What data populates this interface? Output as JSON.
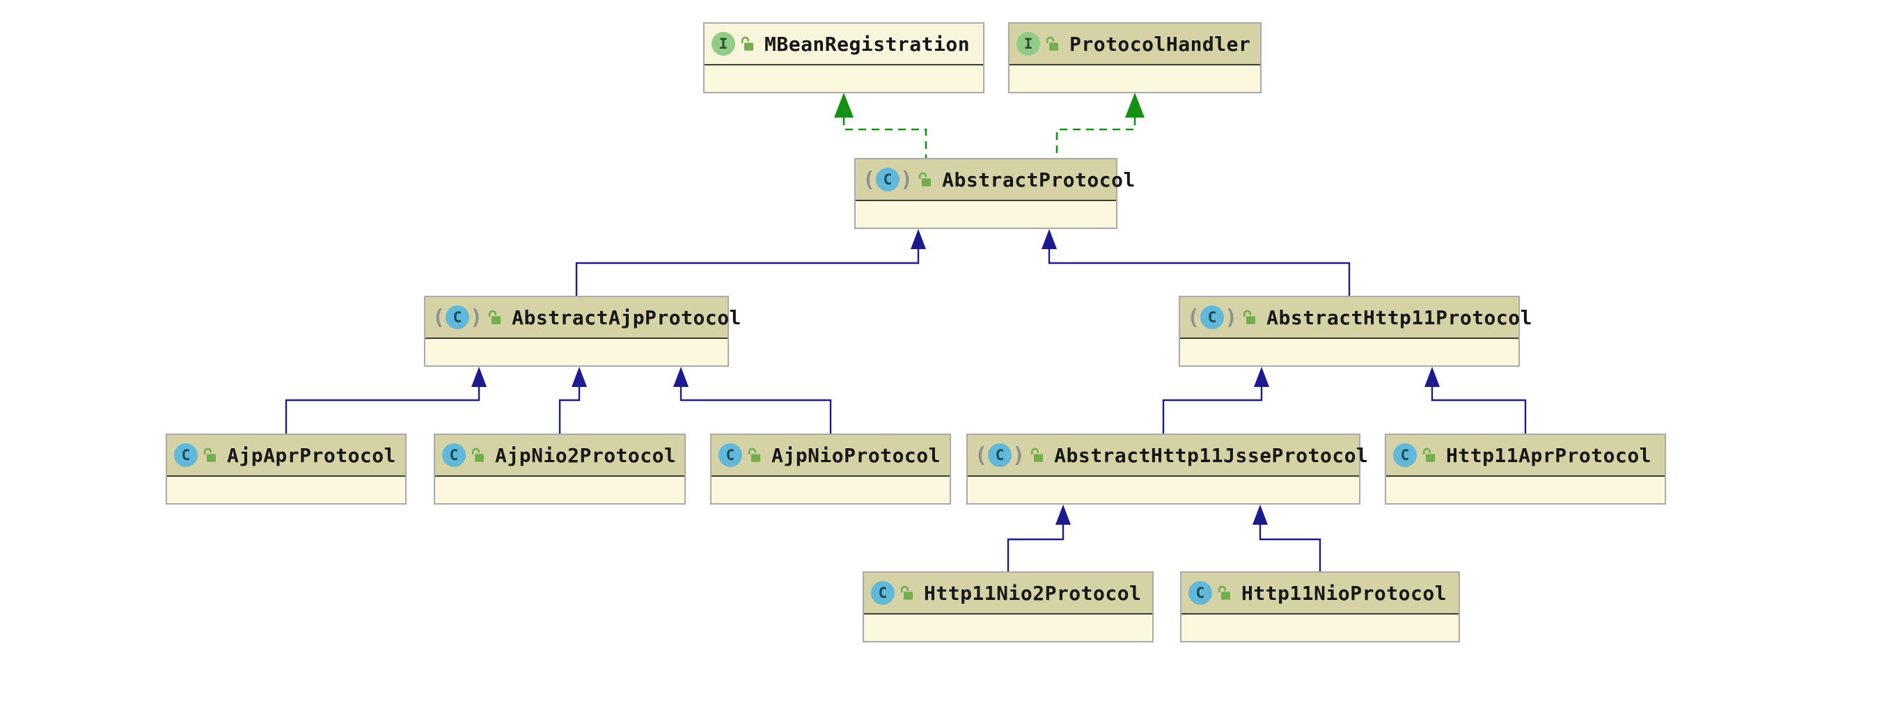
{
  "diagram": {
    "kind": "uml-class-inheritance-diagram",
    "nodes": [
      {
        "id": "mbeanregistration",
        "title": "MBeanRegistration",
        "type": "interface",
        "abstract": false,
        "icon_letter": "I",
        "visibility": "public",
        "header_tone": "light"
      },
      {
        "id": "protocolhandler",
        "title": "ProtocolHandler",
        "type": "interface",
        "abstract": false,
        "icon_letter": "I",
        "visibility": "public",
        "header_tone": "khaki"
      },
      {
        "id": "abstractprotocol",
        "title": "AbstractProtocol",
        "type": "class",
        "abstract": true,
        "icon_letter": "C",
        "visibility": "public",
        "header_tone": "khaki"
      },
      {
        "id": "abstractajpprotocol",
        "title": "AbstractAjpProtocol",
        "type": "class",
        "abstract": true,
        "icon_letter": "C",
        "visibility": "public",
        "header_tone": "khaki"
      },
      {
        "id": "abstracthttp11protocol",
        "title": "AbstractHttp11Protocol",
        "type": "class",
        "abstract": true,
        "icon_letter": "C",
        "visibility": "public",
        "header_tone": "khaki"
      },
      {
        "id": "ajpaprprotocol",
        "title": "AjpAprProtocol",
        "type": "class",
        "abstract": false,
        "icon_letter": "C",
        "visibility": "public",
        "header_tone": "khaki"
      },
      {
        "id": "ajpnio2protocol",
        "title": "AjpNio2Protocol",
        "type": "class",
        "abstract": false,
        "icon_letter": "C",
        "visibility": "public",
        "header_tone": "khaki"
      },
      {
        "id": "ajpnioprotocol",
        "title": "AjpNioProtocol",
        "type": "class",
        "abstract": false,
        "icon_letter": "C",
        "visibility": "public",
        "header_tone": "khaki"
      },
      {
        "id": "abstracthttp11jsseprotocol",
        "title": "AbstractHttp11JsseProtocol",
        "type": "class",
        "abstract": true,
        "icon_letter": "C",
        "visibility": "public",
        "header_tone": "khaki"
      },
      {
        "id": "http11aprprotocol",
        "title": "Http11AprProtocol",
        "type": "class",
        "abstract": false,
        "icon_letter": "C",
        "visibility": "public",
        "header_tone": "khaki"
      },
      {
        "id": "http11nio2protocol",
        "title": "Http11Nio2Protocol",
        "type": "class",
        "abstract": false,
        "icon_letter": "C",
        "visibility": "public",
        "header_tone": "khaki"
      },
      {
        "id": "http11nioprotocol",
        "title": "Http11NioProtocol",
        "type": "class",
        "abstract": false,
        "icon_letter": "C",
        "visibility": "public",
        "header_tone": "khaki"
      }
    ],
    "edges": [
      {
        "from": "AbstractProtocol",
        "to": "MBeanRegistration",
        "type": "realization"
      },
      {
        "from": "AbstractProtocol",
        "to": "ProtocolHandler",
        "type": "realization"
      },
      {
        "from": "AbstractAjpProtocol",
        "to": "AbstractProtocol",
        "type": "generalization"
      },
      {
        "from": "AbstractHttp11Protocol",
        "to": "AbstractProtocol",
        "type": "generalization"
      },
      {
        "from": "AjpAprProtocol",
        "to": "AbstractAjpProtocol",
        "type": "generalization"
      },
      {
        "from": "AjpNio2Protocol",
        "to": "AbstractAjpProtocol",
        "type": "generalization"
      },
      {
        "from": "AjpNioProtocol",
        "to": "AbstractAjpProtocol",
        "type": "generalization"
      },
      {
        "from": "AbstractHttp11JsseProtocol",
        "to": "AbstractHttp11Protocol",
        "type": "generalization"
      },
      {
        "from": "Http11AprProtocol",
        "to": "AbstractHttp11Protocol",
        "type": "generalization"
      },
      {
        "from": "Http11Nio2Protocol",
        "to": "AbstractHttp11JsseProtocol",
        "type": "generalization"
      },
      {
        "from": "Http11NioProtocol",
        "to": "AbstractHttp11JsseProtocol",
        "type": "generalization"
      }
    ],
    "colors": {
      "generalization_navy": "#1b1b8e",
      "realization_green": "#149114",
      "header_khaki": "#d5d2a6",
      "header_light_cream": "#f8f5dc",
      "body_cream": "#fbf8de",
      "divider_dark": "#3c3c34",
      "border_gray": "#ababab",
      "class_icon_blue": "#62b8d8",
      "interface_icon_green": "#90cc88",
      "lock_icon_green": "#74ad4e"
    }
  }
}
